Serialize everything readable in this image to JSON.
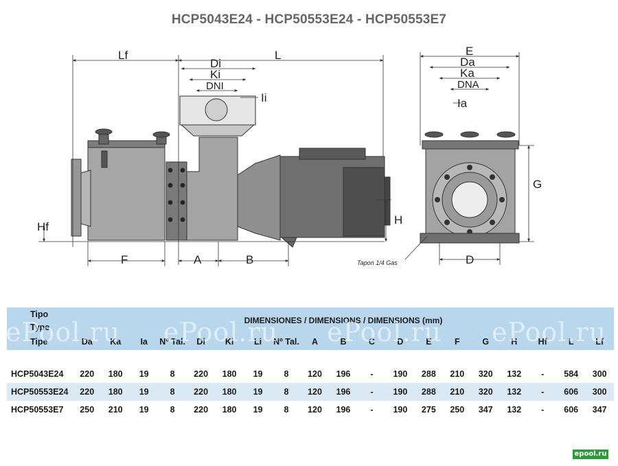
{
  "title": "HCP5043E24 - HCP50553E24 - HCP50553E7",
  "drawing_labels": {
    "Lf": "Lf",
    "L": "L",
    "Di": "Di",
    "Ki": "Ki",
    "DNI": "DNI",
    "Ii": "Ii",
    "E": "E",
    "Da": "Da",
    "Ka": "Ka",
    "DNA": "DNA",
    "Ia": "Ia",
    "G": "G",
    "H": "H",
    "Hf": "Hf",
    "F": "F",
    "A": "A",
    "B": "B",
    "D": "D",
    "tapon": "Tapon 1/4 Gas"
  },
  "table": {
    "tipo_lines": [
      "Tipo",
      "Type",
      "Tipe"
    ],
    "group_header": "DIMENSIONES / DIMENSIONS / DIMENSIONS (mm)",
    "columns": [
      "Da",
      "Ka",
      "Ia",
      "Nº Tal.",
      "Di",
      "Ki",
      "Li",
      "Nº Tal.",
      "A",
      "B",
      "C",
      "D",
      "E",
      "F",
      "G",
      "H",
      "Hf",
      "L",
      "Lf"
    ],
    "rows": [
      {
        "type": "HCP5043E24",
        "values": [
          "220",
          "180",
          "19",
          "8",
          "220",
          "180",
          "19",
          "8",
          "120",
          "196",
          "-",
          "190",
          "288",
          "210",
          "320",
          "132",
          "-",
          "584",
          "300"
        ]
      },
      {
        "type": "HCP50553E24",
        "values": [
          "220",
          "180",
          "19",
          "8",
          "220",
          "180",
          "19",
          "8",
          "120",
          "196",
          "-",
          "190",
          "288",
          "210",
          "320",
          "132",
          "-",
          "606",
          "300"
        ]
      },
      {
        "type": "HCP50553E7",
        "values": [
          "250",
          "210",
          "19",
          "8",
          "220",
          "180",
          "19",
          "8",
          "120",
          "196",
          "-",
          "190",
          "275",
          "250",
          "347",
          "132",
          "-",
          "606",
          "347"
        ]
      }
    ]
  },
  "watermark": "ePool.ru",
  "logo": "epool.ru"
}
